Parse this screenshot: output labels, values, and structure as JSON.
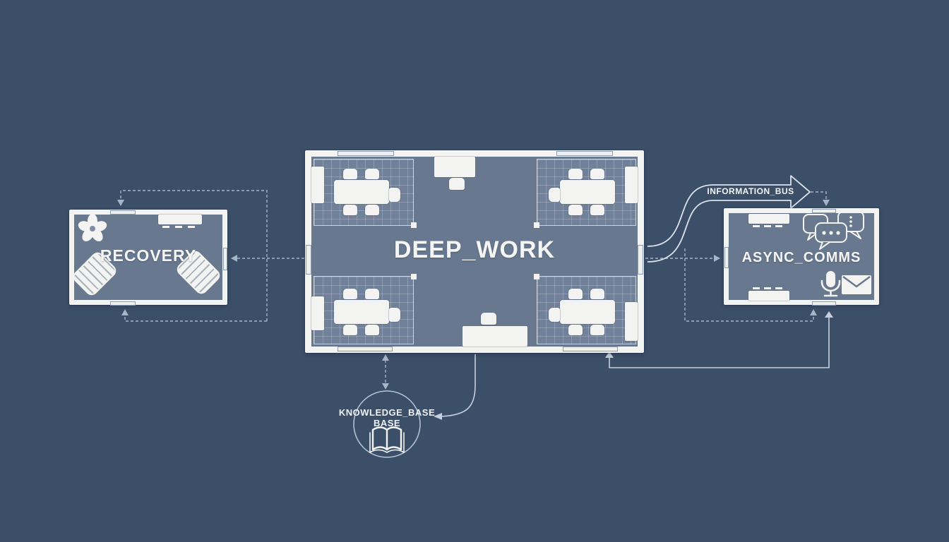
{
  "diagram": {
    "background_color": "#3c4f69",
    "floor_color": "#68788f",
    "wall_color": "#f3f4f1",
    "dashed_connector_color": "#a7b5c8",
    "solid_connector_color": "#c6d0dd"
  },
  "rooms": {
    "deep_work": {
      "label": "DEEP_WORK"
    },
    "recovery": {
      "label": "RECOVERY"
    },
    "async_comms": {
      "label": "ASYNC_COMMS"
    }
  },
  "connectors": {
    "information_bus": {
      "label": "INFORMATION_BUS"
    }
  },
  "nodes": {
    "knowledge_base": {
      "label_line1": "KNOWLEDGE_BASE",
      "label_line2": "BASE"
    }
  },
  "icons": {
    "recovery": [
      "flower-icon",
      "lounge-chair-icon"
    ],
    "async_comms": [
      "chat-bubbles-icon",
      "microphone-icon",
      "envelope-icon"
    ],
    "knowledge_base": [
      "open-book-icon"
    ]
  }
}
